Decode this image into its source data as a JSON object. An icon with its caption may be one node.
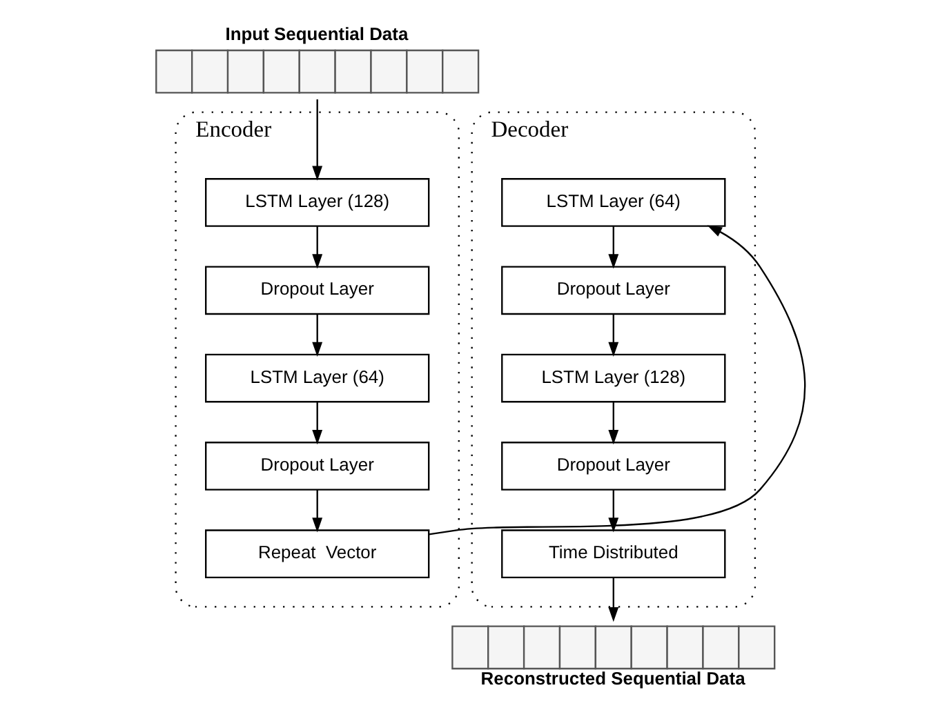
{
  "diagram": {
    "nodes": [
      {
        "text": [
          "Input Sequential Data"
        ]
      },
      {
        "text": [
          "Encoder"
        ]
      },
      {
        "text": [
          "LSTM Layer (128)"
        ],
        "in": 1
      },
      {
        "text": [
          "Dropout Layer"
        ],
        "in": 1
      },
      {
        "text": [
          "LSTM Layer (64)"
        ],
        "in": 1
      },
      {
        "text": [
          "Dropout Layer"
        ],
        "in": 1
      },
      {
        "text": [
          "Repeat  Vector"
        ],
        "in": 1
      },
      {
        "text": [
          "Decoder"
        ]
      },
      {
        "text": [
          "LSTM Layer (64)"
        ],
        "in": 7
      },
      {
        "text": [
          "Dropout Layer"
        ],
        "in": 7
      },
      {
        "text": [
          "LSTM Layer (128)"
        ],
        "in": 7
      },
      {
        "text": [
          "Dropout Layer"
        ],
        "in": 7
      },
      {
        "text": [
          "Time Distributed"
        ],
        "in": 7
      },
      {
        "text": [
          "Reconstructed Sequential Data"
        ]
      }
    ],
    "edges": [
      {
        "from": 0,
        "to": 2,
        "arrow": "to"
      },
      {
        "from": 2,
        "to": 3,
        "arrow": "to"
      },
      {
        "from": 3,
        "to": 4,
        "arrow": "to"
      },
      {
        "from": 4,
        "to": 5,
        "arrow": "to"
      },
      {
        "from": 5,
        "to": 6,
        "arrow": "to"
      },
      {
        "from": 6,
        "to": 8,
        "arrow": "to"
      },
      {
        "from": 8,
        "to": 9,
        "arrow": "to"
      },
      {
        "from": 9,
        "to": 10,
        "arrow": "to"
      },
      {
        "from": 10,
        "to": 11,
        "arrow": "to"
      },
      {
        "from": 11,
        "to": 12,
        "arrow": "to"
      },
      {
        "from": 12,
        "to": 13,
        "arrow": "to"
      }
    ]
  }
}
